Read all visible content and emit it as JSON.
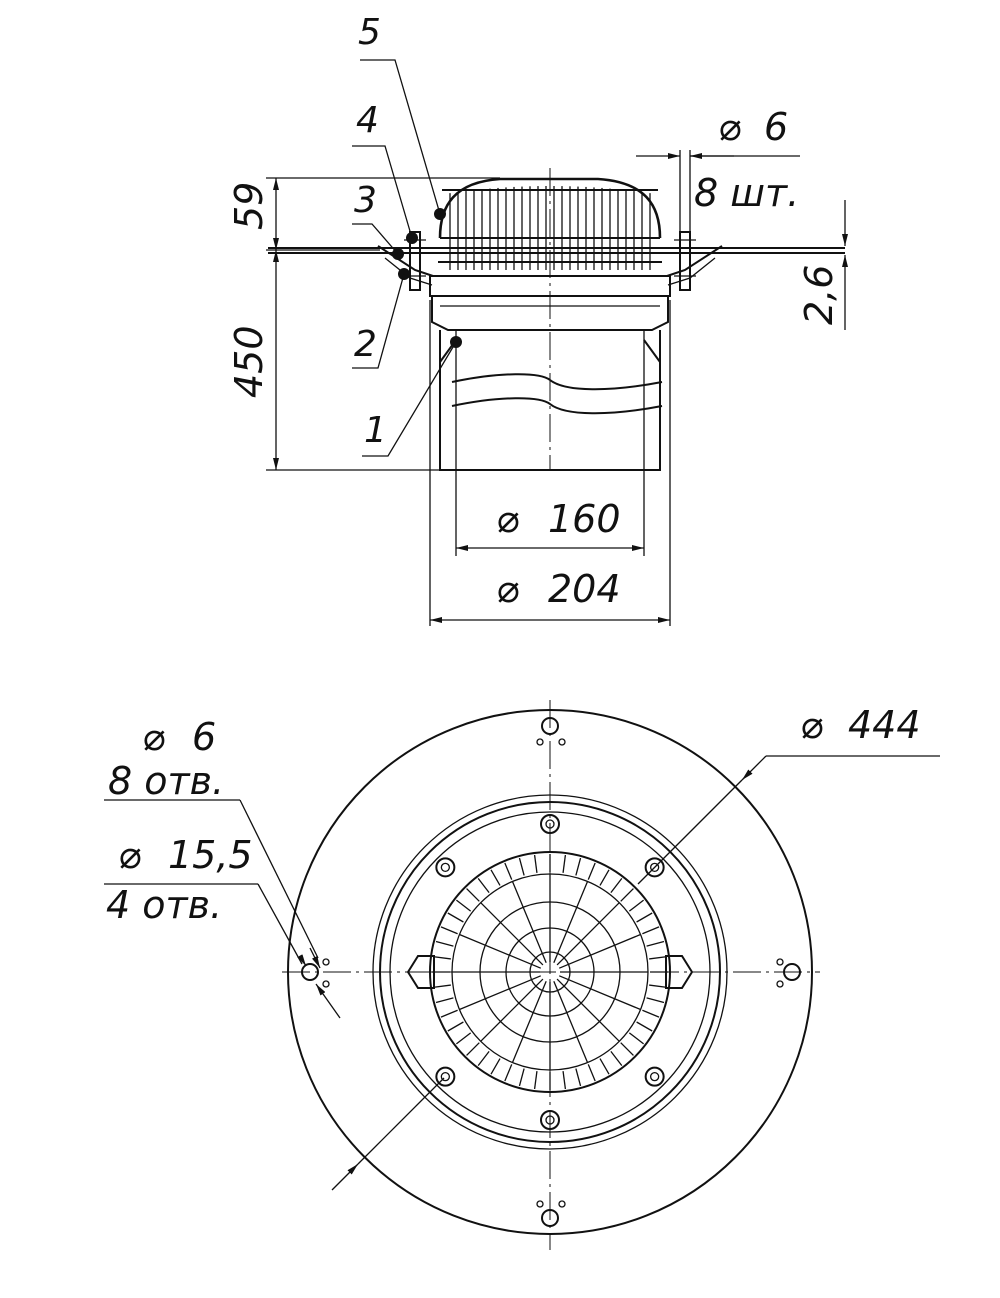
{
  "side_view": {
    "callouts": [
      {
        "id": "1",
        "label": "1"
      },
      {
        "id": "2",
        "label": "2"
      },
      {
        "id": "3",
        "label": "3"
      },
      {
        "id": "4",
        "label": "4"
      },
      {
        "id": "5",
        "label": "5"
      }
    ],
    "dims": {
      "height_top": "59",
      "height_body": "450",
      "bolt_dia": "6",
      "bolt_count": "8 шт.",
      "flange_thk": "2,6",
      "pipe_dia_inner": "160",
      "pipe_dia_outer": "204"
    }
  },
  "top_view": {
    "dims": {
      "hole_dia_small": "6",
      "hole_count_small": "8 отв.",
      "hole_dia_large": "15,5",
      "hole_count_large": "4 отв.",
      "flange_dia": "444"
    }
  },
  "symbols": {
    "diameter": "⌀"
  }
}
